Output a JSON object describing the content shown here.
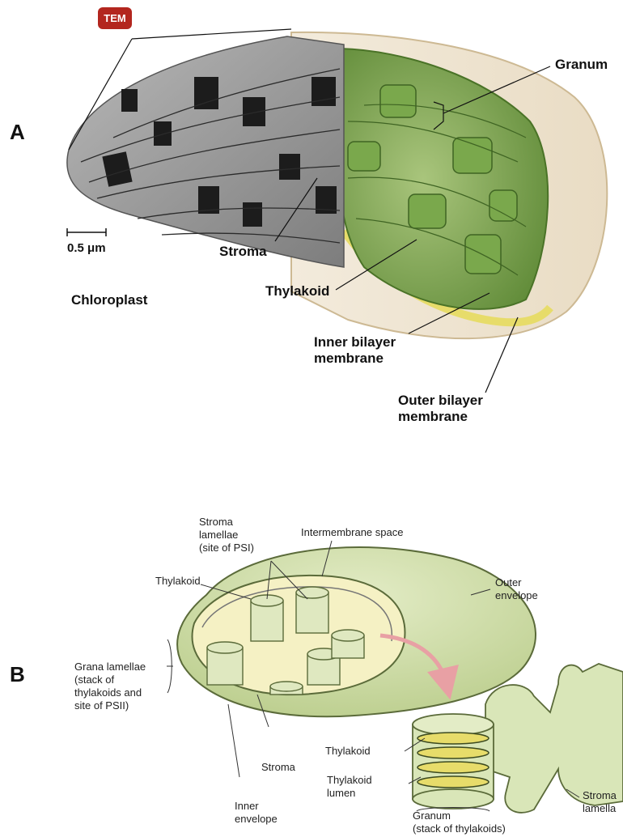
{
  "panel_a": {
    "letter": "A",
    "badge": "TEM",
    "scale_bar": "0.5 μm",
    "title": "Chloroplast",
    "labels": {
      "granum": "Granum",
      "stroma": "Stroma",
      "thylakoid": "Thylakoid",
      "inner_1": "Inner bilayer",
      "inner_2": "membrane",
      "outer_1": "Outer bilayer",
      "outer_2": "membrane"
    }
  },
  "panel_b": {
    "letter": "B",
    "labels": {
      "stroma_lam_1": "Stroma",
      "stroma_lam_2": "lamellae",
      "stroma_lam_3": "(site of PSI)",
      "intermembrane": "Intermembrane space",
      "thylakoid_top": "Thylakoid",
      "outer_1": "Outer",
      "outer_2": "envelope",
      "grana_1": "Grana lamellae",
      "grana_2": "(stack of",
      "grana_3": "thylakoids and",
      "grana_4": "site of PSII)",
      "stroma": "Stroma",
      "inner_1": "Inner",
      "inner_2": "envelope",
      "thylakoid_zoom": "Thylakoid",
      "lumen_1": "Thylakoid",
      "lumen_2": "lumen",
      "granum_1": "Granum",
      "granum_2": "(stack of thylakoids)",
      "stroma_right_1": "Stroma",
      "stroma_right_2": "lamella"
    }
  },
  "colors": {
    "badge": "#b3261e",
    "green_cut": "#6f9c45",
    "green_light": "#d9e6b8",
    "yellow_membrane": "#e7dc6a",
    "em_gray": "#9c9c9c"
  }
}
